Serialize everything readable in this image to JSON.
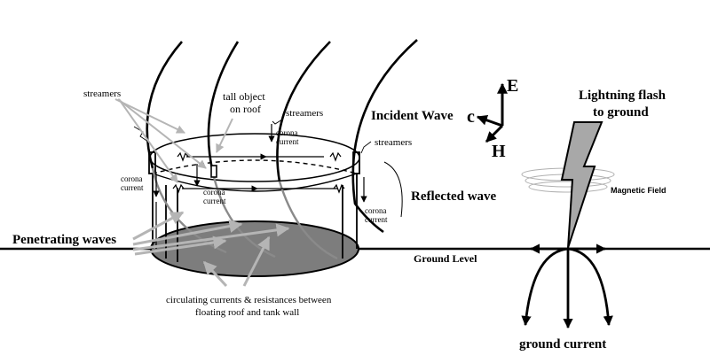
{
  "labels": {
    "streamers_left": "streamers",
    "tall_object_line1": "tall object",
    "tall_object_line2": "on roof",
    "streamers_mid": "streamers",
    "corona_current_top_line1": "corona",
    "corona_current_top_line2": "current",
    "streamers_right": "streamers",
    "corona_current_left_line1": "corona",
    "corona_current_left_line2": "current",
    "corona_current_center_line1": "corona",
    "corona_current_center_line2": "current",
    "corona_current_right_line1": "corona",
    "corona_current_right_line2": "current",
    "incident_wave": "Incident Wave",
    "reflected_wave": "Reflected wave",
    "penetrating_waves": "Penetrating waves",
    "ground_level": "Ground Level",
    "circulating_line1": "circulating currents & resistances between",
    "circulating_line2": "floating roof and tank wall",
    "lightning_line1": "Lightning flash",
    "lightning_line2": "to ground",
    "magnetic_field": "Magnetic Field",
    "ground_current": "ground current",
    "axis_e": "E",
    "axis_c": "c",
    "axis_h": "H"
  },
  "colors": {
    "ink": "#000000",
    "gray_arrow": "#b5b5b5",
    "wave_gray": "#8a8a8a",
    "tank_floor": "#7d7d7d",
    "bolt_fill": "#a8a8a8"
  }
}
